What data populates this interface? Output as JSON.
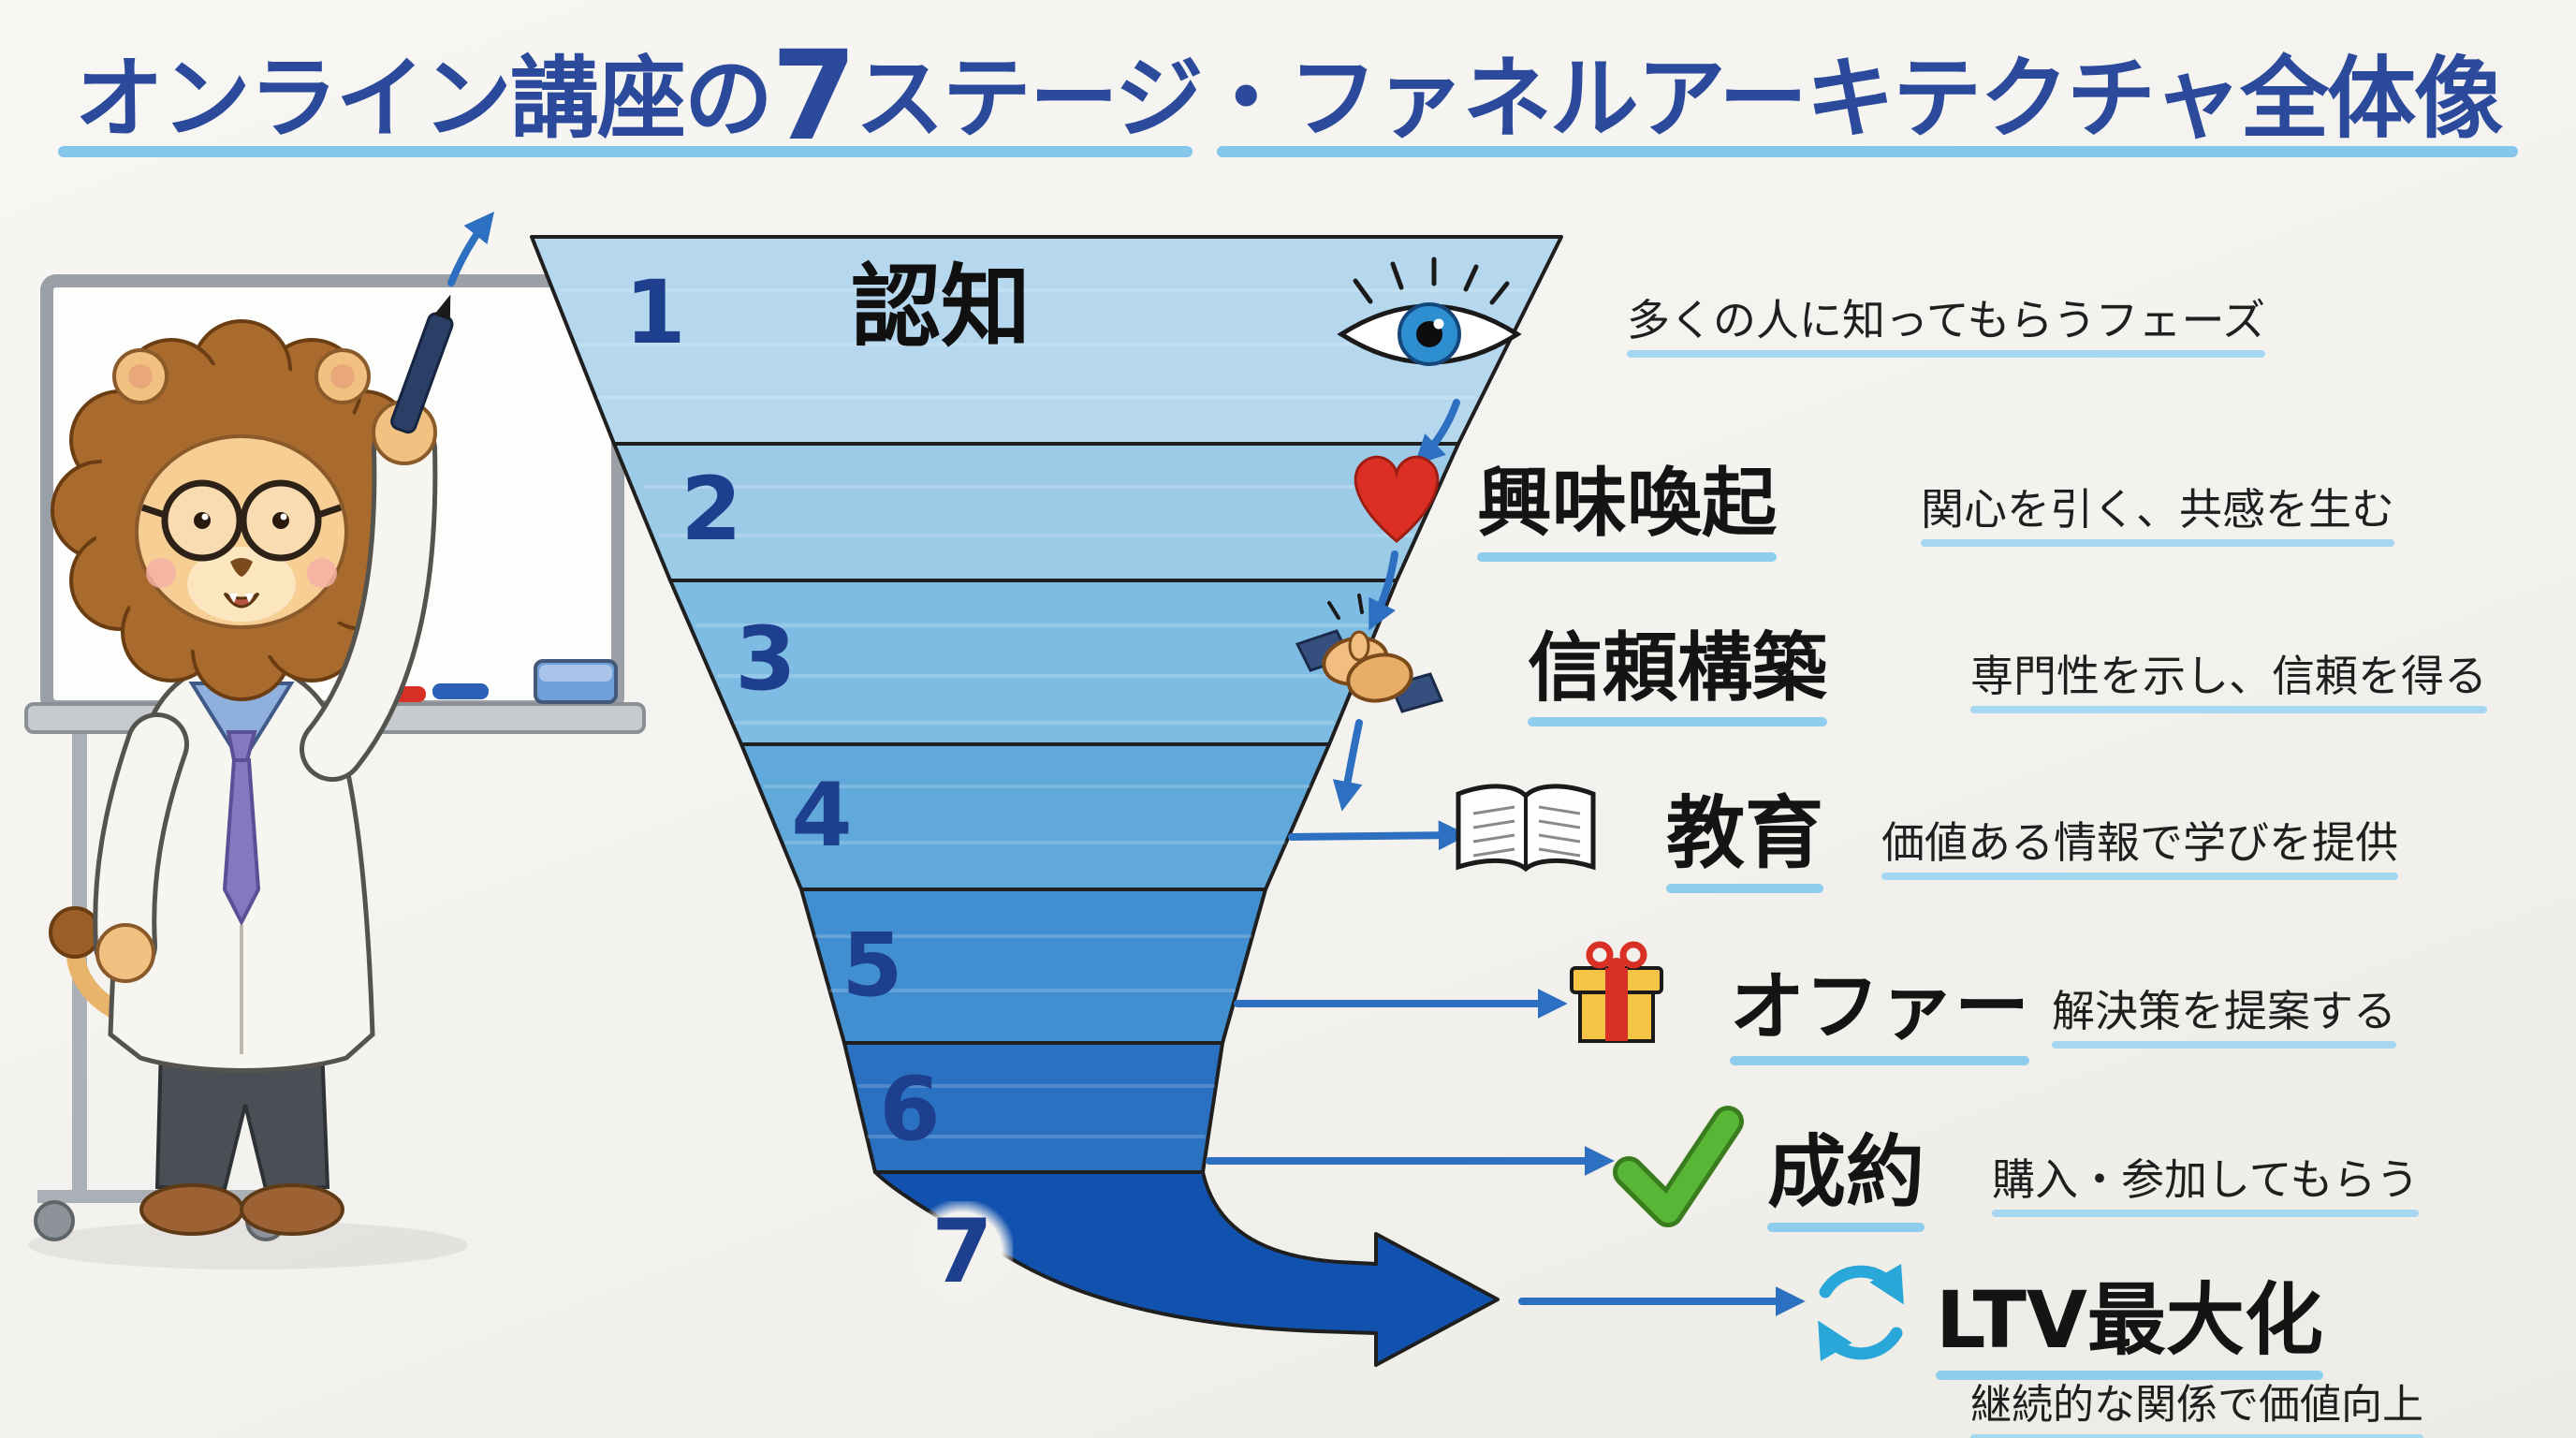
{
  "title": {
    "prefix": "オンライン講座の",
    "big_number": "7",
    "suffix": "ステージ・ファネルアーキテクチャ全体像"
  },
  "funnel": {
    "stages": [
      {
        "number": "1",
        "label": "認知",
        "icon": "eye-icon",
        "description": "多くの人に知ってもらうフェーズ",
        "band_color": "#b5d8ee"
      },
      {
        "number": "2",
        "label": "興味喚起",
        "icon": "heart-icon",
        "description": "関心を引く、共感を生む",
        "band_color": "#9ccbe8"
      },
      {
        "number": "3",
        "label": "信頼構築",
        "icon": "handshake-icon",
        "description": "専門性を示し、信頼を得る",
        "band_color": "#7fbce3"
      },
      {
        "number": "4",
        "label": "教育",
        "icon": "open-book-icon",
        "description": "価値ある情報で学びを提供",
        "band_color": "#60a9da"
      },
      {
        "number": "5",
        "label": "オファー",
        "icon": "gift-icon",
        "description": "解決策を提案する",
        "band_color": "#418fd0"
      },
      {
        "number": "6",
        "label": "成約",
        "icon": "checkmark-icon",
        "description": "購入・参加してもらう",
        "band_color": "#2a71c2"
      },
      {
        "number": "7",
        "label": "LTV最大化",
        "icon": "cycle-arrows-icon",
        "description": "継続的な関係で価値向上",
        "band_color": "#1152af"
      }
    ]
  },
  "mascot": "lion-lecturer-with-whiteboard",
  "colors": {
    "background": "#f4f2ee",
    "title_text": "#2b4a9b",
    "highlight_underline": "#85c7ec",
    "stage_number": "#1d3f8e",
    "connector_arrow": "#2d6fc0",
    "cycle_icon": "#29a7d9",
    "label_text": "#141414"
  }
}
